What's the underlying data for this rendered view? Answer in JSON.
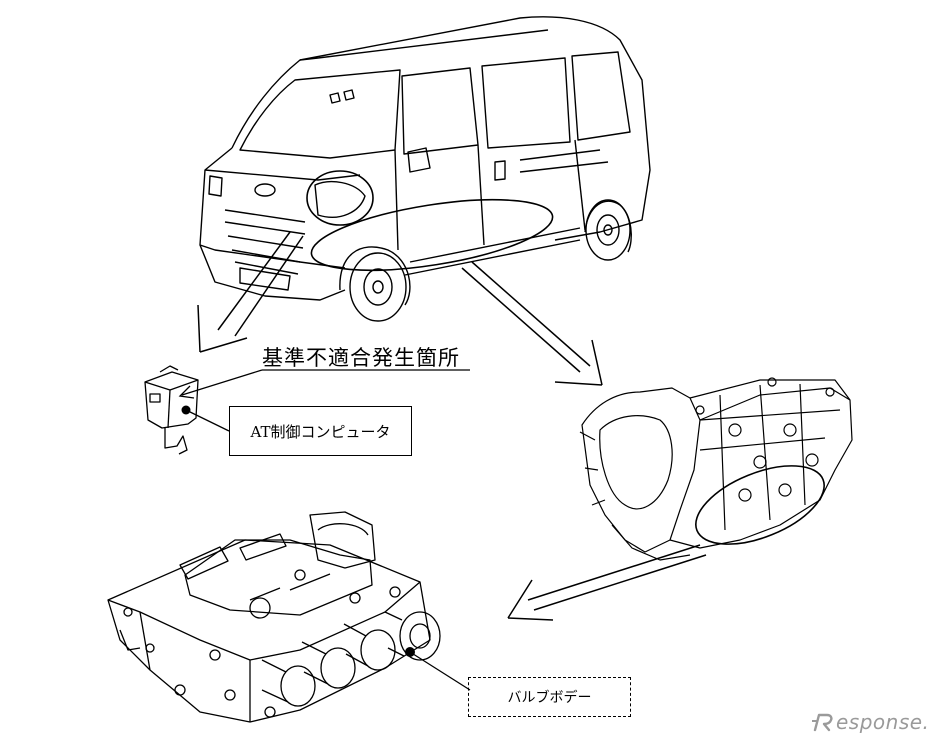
{
  "callouts": {
    "defect_location": "基準不適合発生箇所",
    "at_computer": "AT制御コンピュータ",
    "valve_body": "バルブボデー"
  },
  "watermark": {
    "text": "esponse."
  },
  "colors": {
    "line": "#000000",
    "shade": "#9a9a9a",
    "watermark": "#9a9a9a"
  },
  "icons": [
    "response-r-logo-icon"
  ]
}
